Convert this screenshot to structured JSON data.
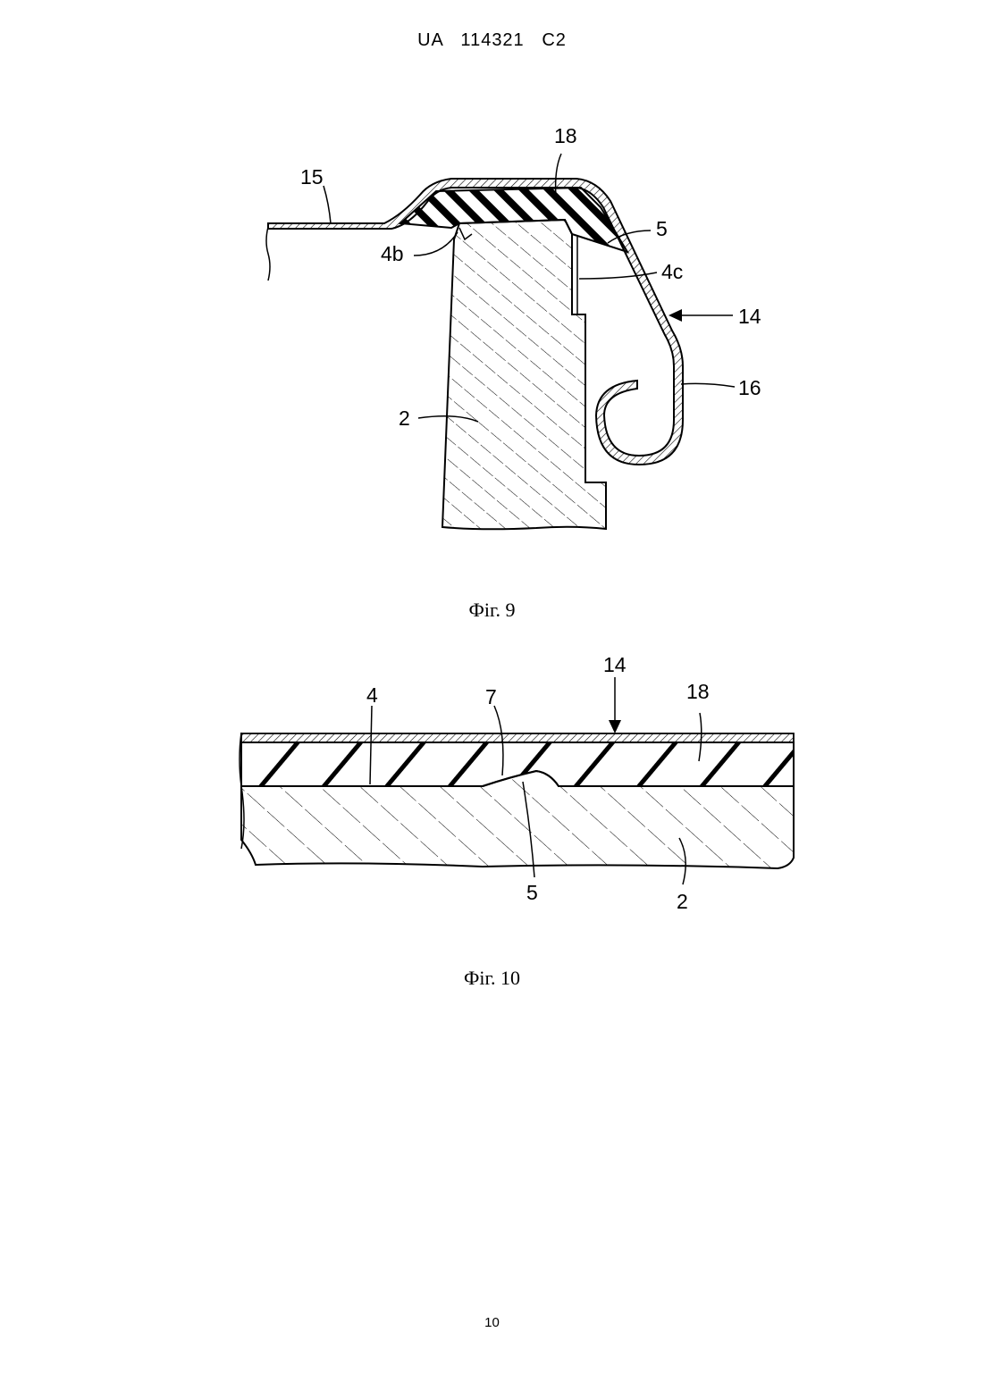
{
  "header": {
    "doc_id": "UA   114321   C2"
  },
  "figure9": {
    "caption": "Фіг. 9",
    "labels": {
      "l18": "18",
      "l15": "15",
      "l5": "5",
      "l4b": "4b",
      "l4c": "4c",
      "l14": "14",
      "l16": "16",
      "l2": "2"
    }
  },
  "figure10": {
    "caption": "Фіг. 10",
    "labels": {
      "l14": "14",
      "l18": "18",
      "l4": "4",
      "l7": "7",
      "l5": "5",
      "l2": "2"
    }
  },
  "footer": {
    "page_number": "10"
  }
}
